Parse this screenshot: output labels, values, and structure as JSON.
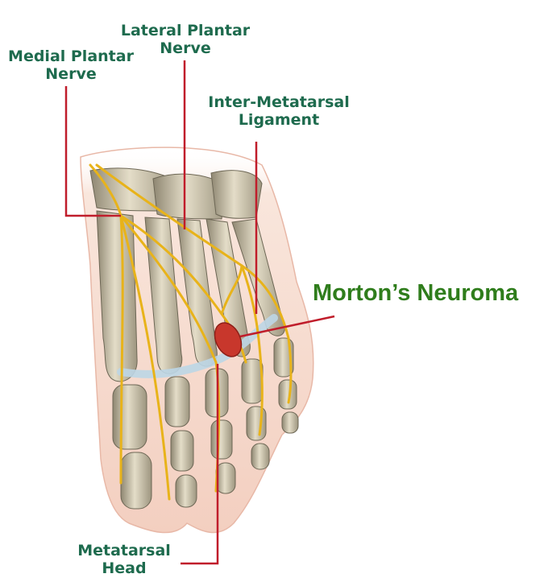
{
  "labels": {
    "medial_plantar": {
      "line1": "Medial Plantar",
      "line2": "Nerve"
    },
    "lateral_plantar": {
      "line1": "Lateral Plantar",
      "line2": "Nerve"
    },
    "inter_metatarsal": {
      "line1": "Inter-Metatarsal",
      "line2": "Ligament"
    },
    "metatarsal_head": {
      "line1": "Metatarsal",
      "line2": "Head"
    },
    "mortons_neuroma": "Morton’s Neuroma"
  },
  "colors": {
    "label_text": "#1e6b4e",
    "highlight_label": "#2f7d1c",
    "leader_lines": "#c01d2b",
    "nerve": "#e8b31a",
    "bone": "#cfc6ad",
    "skin": "#f6d9cc",
    "ligament": "#bcd6e6",
    "neuroma": "#c8372c"
  }
}
